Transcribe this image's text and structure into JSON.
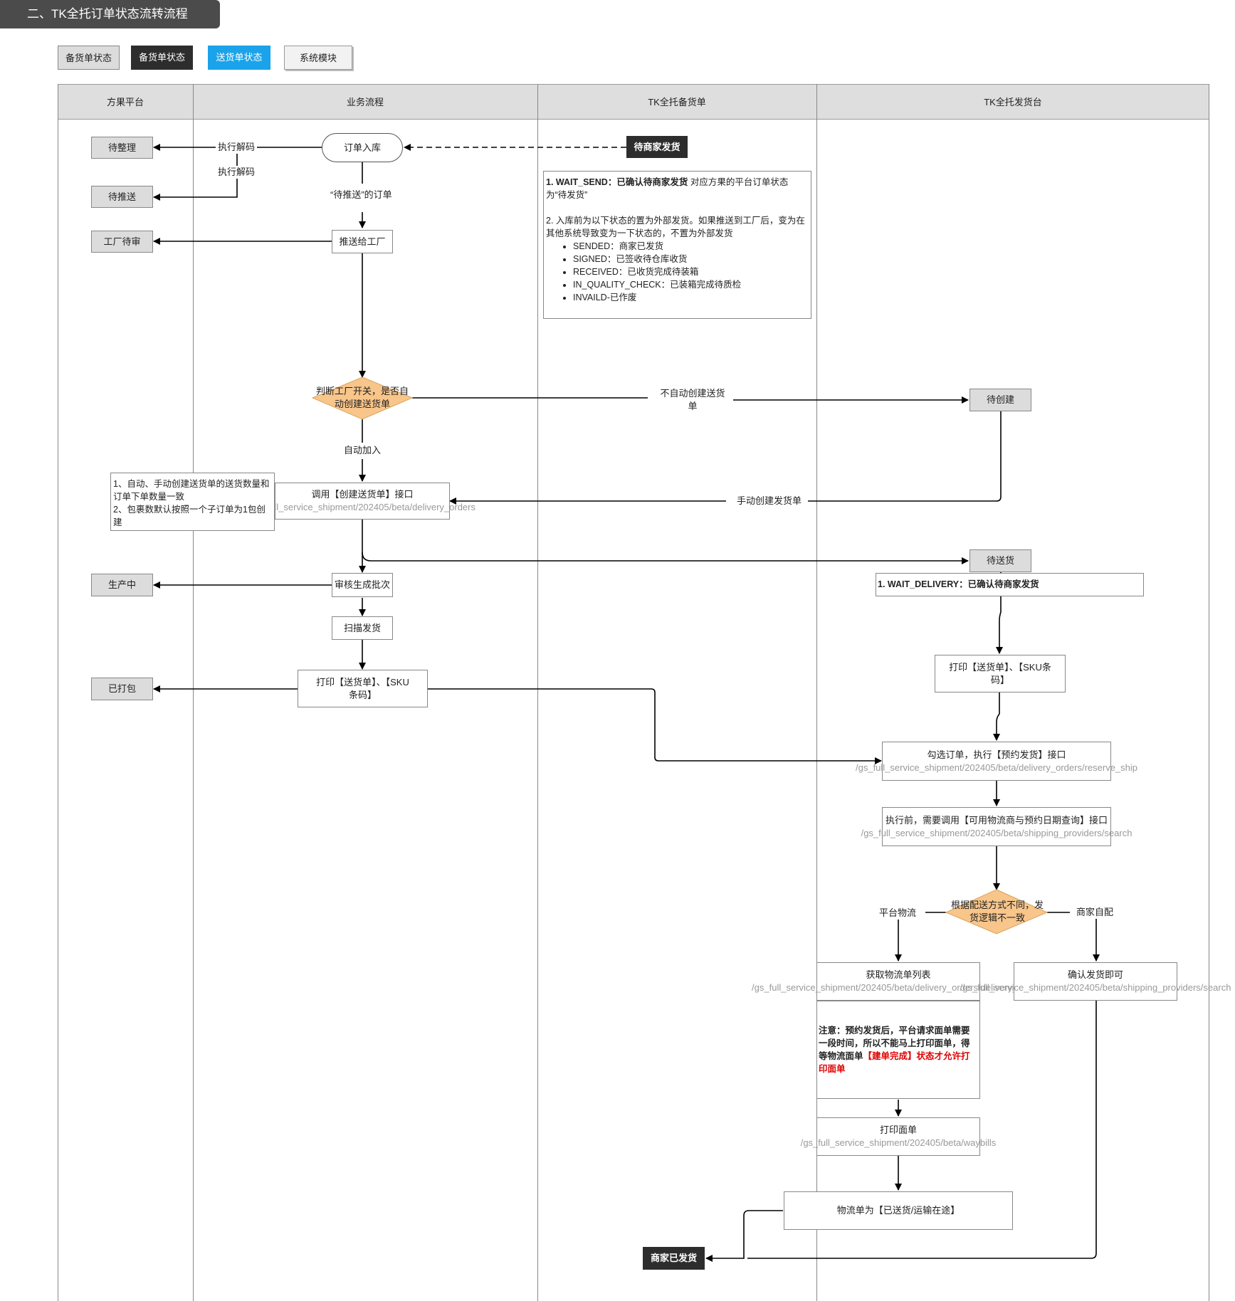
{
  "title": "二、TK全托订单状态流转流程",
  "legend": {
    "stock_status": "备货单状态",
    "stock_status_dark": "备货单状态",
    "delivery_status": "送货单状态",
    "system_module": "系统模块"
  },
  "lanes": {
    "plan_platform": "方果平台",
    "business_flow": "业务流程",
    "tk_stock_order": "TK全托备货单",
    "tk_delivery_console": "TK全托发货台"
  },
  "status_nodes": {
    "to_organize": "待整理",
    "to_push": "待推送",
    "factory_pending": "工厂待审",
    "producing": "生产中",
    "packed": "已打包",
    "wait_merchant_ship": "待商家发货",
    "to_create": "待创建",
    "to_deliver": "待送货",
    "merchant_shipped": "商家已发货"
  },
  "flow": {
    "order_in": "订单入库",
    "exec_decode_1": "执行解码",
    "exec_decode_2": "执行解码",
    "to_push_orders": "“待推送”的订单",
    "push_factory": "推送给工厂",
    "decision_factory": "判断工厂开关，是否自动创建送货单",
    "auto_join": "自动加入",
    "no_auto_create": "不自动创建送货单",
    "manual_create": "手动创建发货单",
    "call_create_title": "调用【创建送货单】接口",
    "call_create_path": "/gs_full_service_shipment/202405/beta/delivery_orders",
    "review_batch": "审核生成批次",
    "scan_ship": "扫描发货",
    "print_left": "打印【送货单】、【SKU条码】",
    "print_right": "打印【送货单】、【SKU条码】",
    "reserve_title": "勾选订单，执行【预约发货】接口",
    "reserve_path": "/gs_full_service_shipment/202405/beta/delivery_orders/reserve_ship",
    "providers_title": "执行前，需要调用【可用物流商与预约日期查询】接口",
    "providers_path": "/gs_full_service_shipment/202405/beta/shipping_providers/search",
    "decision_ship": "根据配送方式不同，发货逻辑不一致",
    "platform_logistics": "平台物流",
    "merchant_self": "商家自配",
    "batch_title": "获取物流单列表",
    "batch_path": "/gs_full_service_shipment/202405/beta/delivery_orders/delivery_batchs",
    "confirm_title": "确认发货即可",
    "confirm_path": "/gs_full_service_shipment/202405/beta/shipping_providers/search",
    "waybill_title": "打印面单",
    "waybill_path": "/gs_full_service_shipment/202405/beta/waybills",
    "shipped_in_transit": "物流单为【已送货/运输在途】"
  },
  "notes": {
    "wait_send_code": "1. WAIT_SEND：已确认待商家发货",
    "wait_send_desc": "对应方果的平台订单状态为“待发货”",
    "external_intro": "2. 入库前为以下状态的置为外部发货。如果推送到工厂后，变为在其他系统导致变为一下状态的，不置为外部发货",
    "external_states": [
      "SENDED：商家已发货",
      "SIGNED：已签收待仓库收货",
      "RECEIVED：已收货完成待装箱",
      "IN_QUALITY_CHECK：已装箱完成待质检",
      "INVAILD-已作废"
    ],
    "qty_rule_1": "1、自动、手动创建送货单的送货数量和订单下单数量一致",
    "qty_rule_2": "2、包裹数默认按照一个子订单为1包创建",
    "wait_delivery": "1. WAIT_DELIVERY：已确认待商家发货",
    "waybill_note_prefix": "注意：预约发货后，平台请求面单需要一段时间，所以不能马上打印面单，得等物流面单",
    "waybill_note_red": "【建单完成】状态才允许打印面单"
  },
  "colors": {
    "header_grey": "#dedede",
    "status_grey": "#dcdcdc",
    "status_dark": "#2d2d2d",
    "delivery_blue": "#1aa3ea",
    "decision_orange": "#f8c58a",
    "highlight_red": "#e00000"
  }
}
